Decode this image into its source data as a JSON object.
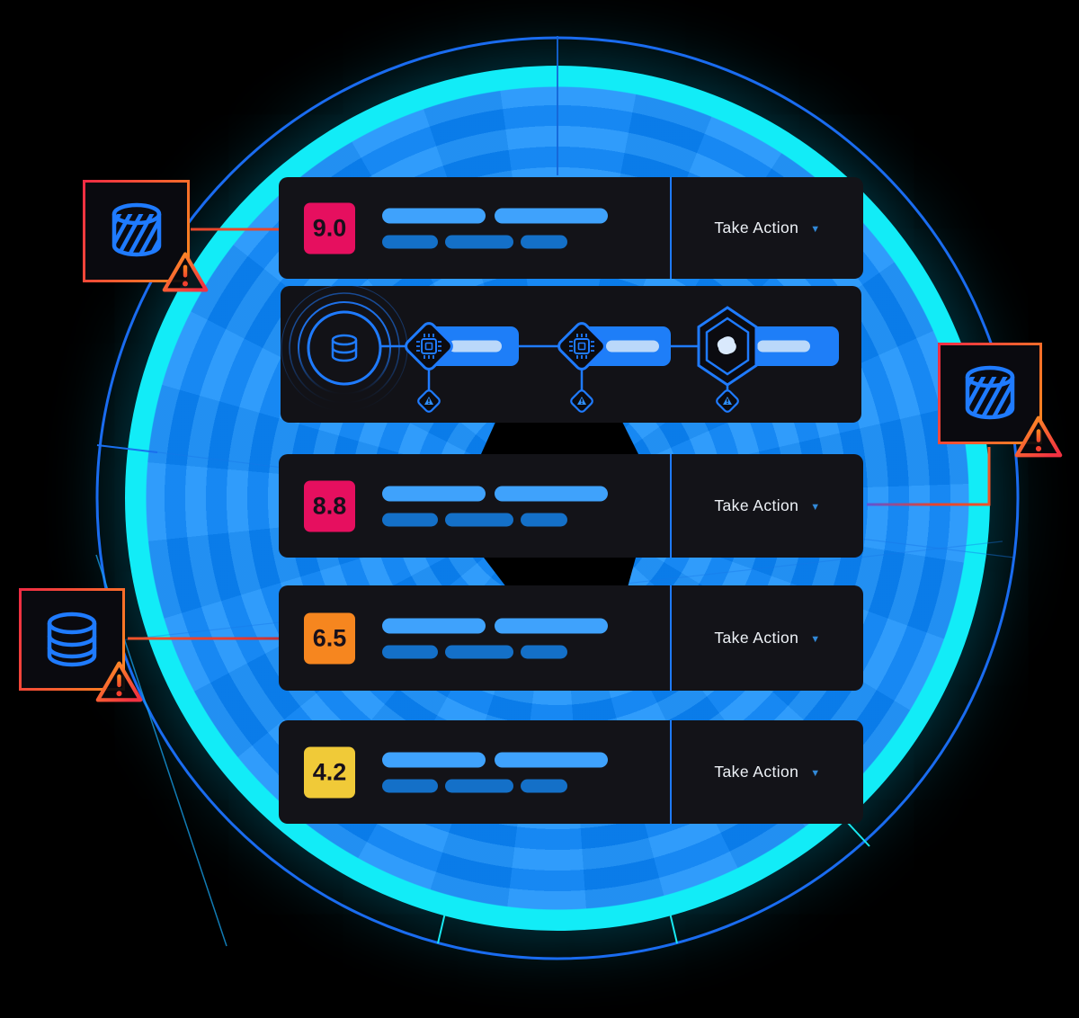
{
  "theme": {
    "page_bg": "#000000",
    "card_bg": "#131318",
    "panel_bg": "#121217",
    "accent_blue": "#1f7bff",
    "pill_blue": "#1e7ef8",
    "pill_inner": "#bad8fa",
    "bar_light": "#3fa2fc",
    "bar_dark": "#1470c8",
    "ring_cyan": "#12ecf7",
    "disc_blue_a": "#0a81f2",
    "disc_blue_b": "#2496fb",
    "outer_ring_blue": "#1a6cf0",
    "alert_orange": "#ff8b1e",
    "alert_red": "#ef2a44",
    "action_text": "#eef2f7",
    "caret_blue": "#3289d8",
    "badge_text": "#17101b"
  },
  "icons": {
    "caret_down_glyph": "▼"
  },
  "cards": [
    {
      "score": "9.0",
      "badge_color": "#e60f5f",
      "action_label": "Take Action"
    },
    {
      "score": "8.8",
      "badge_color": "#e60f5f",
      "action_label": "Take Action"
    },
    {
      "score": "6.5",
      "badge_color": "#f6861f",
      "action_label": "Take Action"
    },
    {
      "score": "4.2",
      "badge_color": "#f0ca38",
      "action_label": "Take Action"
    }
  ],
  "flow_panel": {
    "source_icon": "database-radar-icon",
    "nodes": [
      {
        "icon": "cpu-chip-icon",
        "alert_icon": "warning-diamond-icon"
      },
      {
        "icon": "cpu-chip-icon",
        "alert_icon": "warning-diamond-icon"
      },
      {
        "icon": "threat-hexagon-icon",
        "alert_icon": "warning-diamond-icon"
      }
    ]
  },
  "callouts": [
    {
      "position": "top-left",
      "icon": "database-hatched-icon",
      "warning_icon": "warning-triangle-icon"
    },
    {
      "position": "right",
      "icon": "database-hatched-icon",
      "warning_icon": "warning-triangle-icon"
    },
    {
      "position": "bottom-left",
      "icon": "database-stacked-icon",
      "warning_icon": "warning-triangle-icon"
    }
  ]
}
